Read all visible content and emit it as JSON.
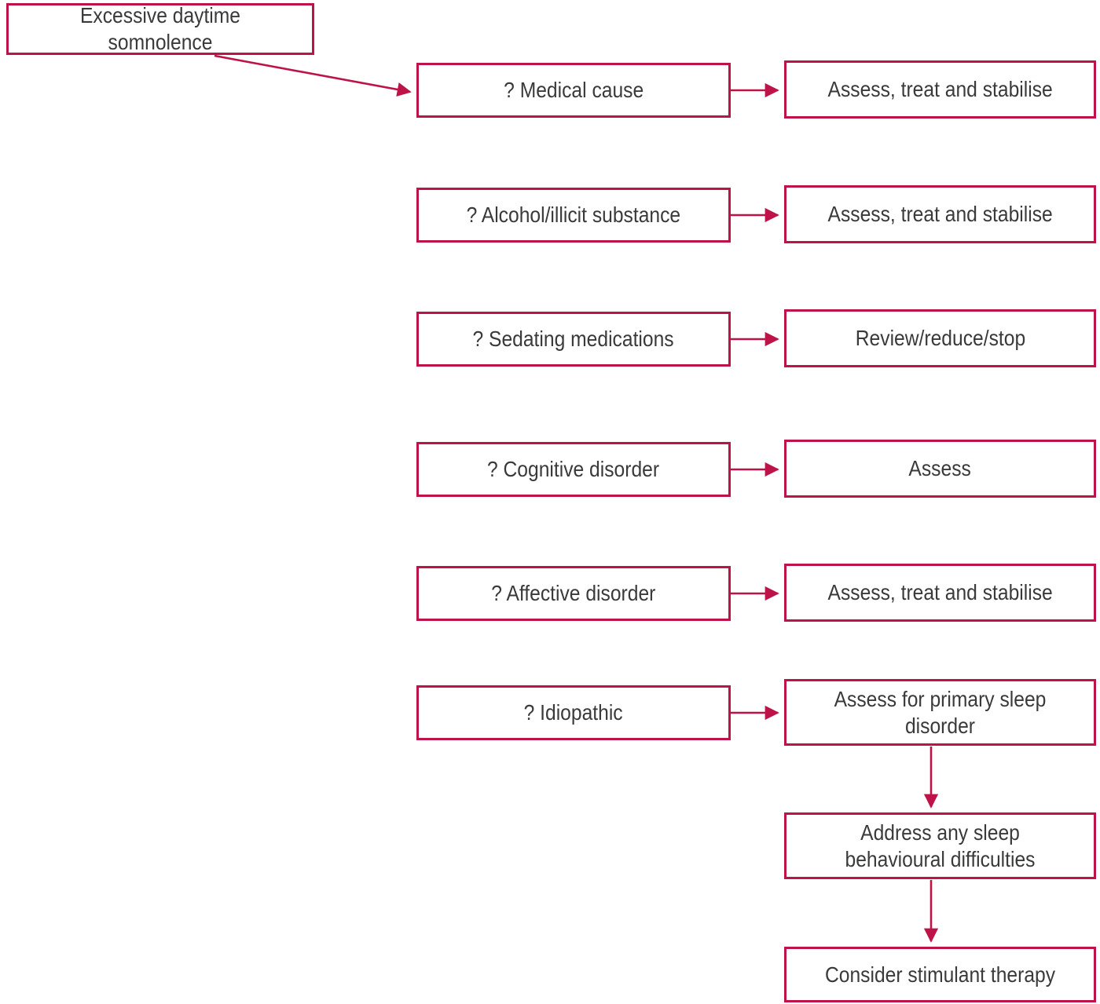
{
  "flowchart": {
    "root": {
      "label": "Excessive daytime somnolence"
    },
    "rows": [
      {
        "question": "? Medical cause",
        "outcome": "Assess, treat and stabilise"
      },
      {
        "question": "? Alcohol/illicit substance",
        "outcome": "Assess, treat and stabilise"
      },
      {
        "question": "? Sedating medications",
        "outcome": "Review/reduce/stop"
      },
      {
        "question": "? Cognitive disorder",
        "outcome": "Assess"
      },
      {
        "question": "? Affective disorder",
        "outcome": "Assess, treat and stabilise"
      },
      {
        "question": "? Idiopathic",
        "outcome": "Assess for primary sleep disorder"
      }
    ],
    "followups": [
      {
        "label": "Address any sleep behavioural difficulties"
      },
      {
        "label": "Consider stimulant therapy"
      }
    ],
    "edges": [
      "root -> ? Medical cause",
      "? Medical cause -> Assess, treat and stabilise",
      "? Alcohol/illicit substance -> Assess, treat and stabilise",
      "? Sedating medications -> Review/reduce/stop",
      "? Cognitive disorder -> Assess",
      "? Affective disorder -> Assess, treat and stabilise",
      "? Idiopathic -> Assess for primary sleep disorder",
      "Assess for primary sleep disorder -> Address any sleep behavioural difficulties",
      "Address any sleep behavioural difficulties -> Consider stimulant therapy"
    ],
    "colors": {
      "accent": "#be1348",
      "text": "#3a3a3a",
      "background": "#ffffff"
    }
  }
}
